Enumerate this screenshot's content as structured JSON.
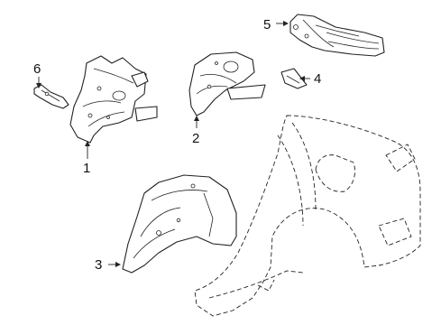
{
  "diagram": {
    "callouts": [
      {
        "id": "1",
        "label": "1"
      },
      {
        "id": "2",
        "label": "2"
      },
      {
        "id": "3",
        "label": "3"
      },
      {
        "id": "4",
        "label": "4"
      },
      {
        "id": "5",
        "label": "5"
      },
      {
        "id": "6",
        "label": "6"
      }
    ],
    "parts": [
      {
        "callout": "1",
        "icon": "wheelhouse-inner-panel"
      },
      {
        "callout": "2",
        "icon": "wheelhouse-outer-panel"
      },
      {
        "callout": "3",
        "icon": "wheelhouse-liner"
      },
      {
        "callout": "4",
        "icon": "small-bracket"
      },
      {
        "callout": "5",
        "icon": "rail-reinforcement"
      },
      {
        "callout": "6",
        "icon": "bracket"
      },
      {
        "callout": "",
        "icon": "quarter-panel-outline"
      }
    ]
  }
}
